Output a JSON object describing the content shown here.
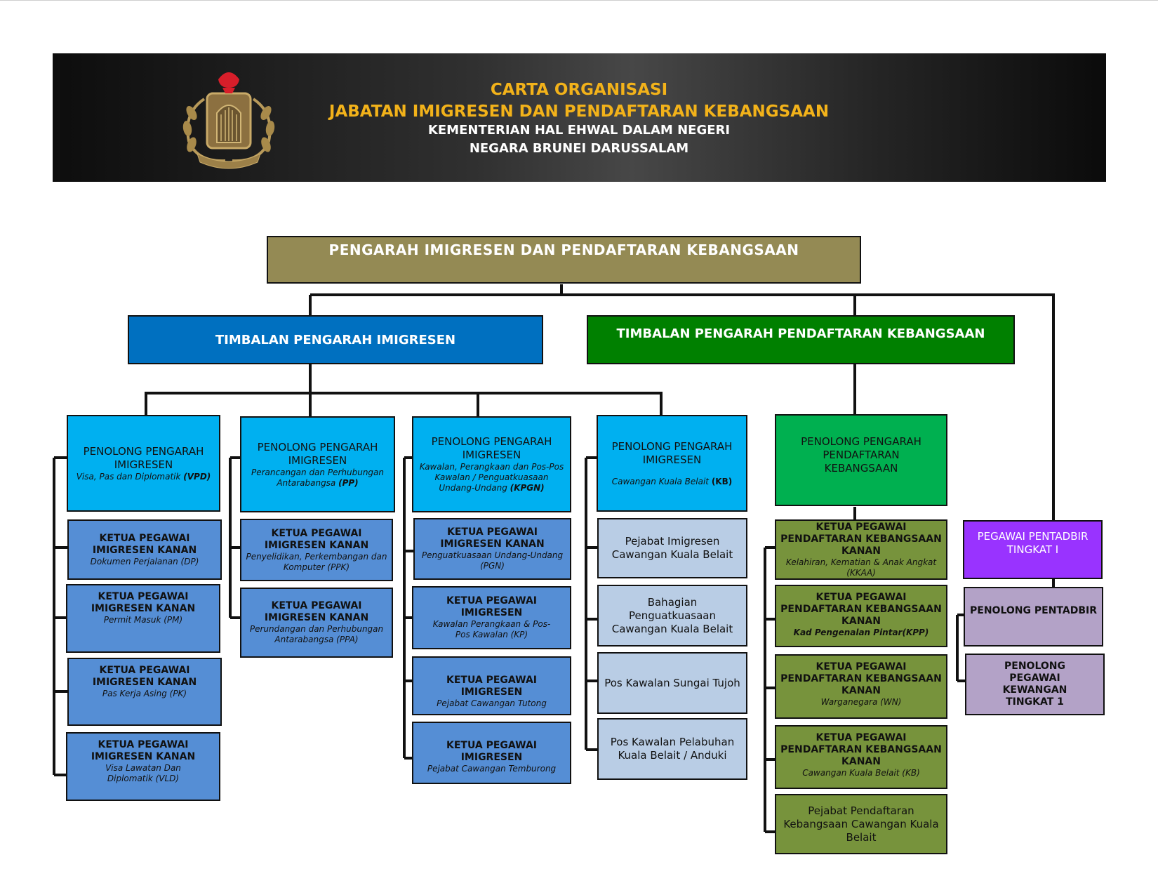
{
  "header": {
    "line1": "CARTA ORGANISASI",
    "line2": "JABATAN IMIGRESEN DAN PENDAFTARAN KEBANGSAAN",
    "line3": "KEMENTERIAN HAL EHWAL DALAM NEGERI",
    "line4": "NEGARA BRUNEI DARUSSALAM"
  },
  "top": {
    "label": "PENGARAH IMIGRESEN DAN PENDAFTARAN KEBANGSAAN"
  },
  "deputies": {
    "immigration": "TIMBALAN PENGARAH IMIGRESEN",
    "registration": "TIMBALAN PENGARAH PENDAFTARAN KEBANGSAAN"
  },
  "col1": {
    "head": {
      "title": "PENOLONG PENGARAH IMIGRESEN",
      "sub": "Visa, Pas dan Diplomatik ",
      "code": "(VPD)"
    },
    "items": [
      {
        "title": "KETUA PEGAWAI IMIGRESEN KANAN",
        "sub": "Dokumen Perjalanan (DP)"
      },
      {
        "title": "KETUA PEGAWAI IMIGRESEN KANAN",
        "sub": "Permit Masuk (PM)"
      },
      {
        "title": "KETUA PEGAWAI IMIGRESEN KANAN",
        "sub": "Pas Kerja Asing (PK)"
      },
      {
        "title": "KETUA PEGAWAI IMIGRESEN KANAN",
        "sub": "Visa Lawatan Dan Diplomatik (VLD)"
      }
    ]
  },
  "col2": {
    "head": {
      "title": "PENOLONG PENGARAH IMIGRESEN",
      "sub": "Perancangan dan Perhubungan Antarabangsa ",
      "code": "(PP)"
    },
    "items": [
      {
        "title": "KETUA PEGAWAI IMIGRESEN KANAN",
        "sub": "Penyelidikan, Perkembangan dan Komputer (PPK)"
      },
      {
        "title": "KETUA PEGAWAI IMIGRESEN KANAN",
        "sub": "Perundangan dan Perhubungan Antarabangsa (PPA)"
      }
    ]
  },
  "col3": {
    "head": {
      "title": "PENOLONG PENGARAH IMIGRESEN",
      "sub": "Kawalan, Perangkaan dan Pos-Pos Kawalan / Penguatkuasaan Undang-Undang ",
      "code": "(KPGN)"
    },
    "items": [
      {
        "title": "KETUA PEGAWAI IMIGRESEN KANAN",
        "sub": "Penguatkuasaan Undang-Undang (PGN)"
      },
      {
        "title": "KETUA PEGAWAI IMIGRESEN",
        "sub": "Kawalan Perangkaan & Pos-Pos Kawalan (KP)"
      },
      {
        "title": "KETUA PEGAWAI IMIGRESEN",
        "sub": "Pejabat Cawangan Tutong"
      },
      {
        "title": "KETUA PEGAWAI IMIGRESEN",
        "sub": "Pejabat Cawangan Temburong"
      }
    ]
  },
  "col4": {
    "head": {
      "title": "PENOLONG PENGARAH IMIGRESEN",
      "sub": "Cawangan Kuala Belait ",
      "code": "(KB)"
    },
    "items": [
      "Pejabat Imigresen Cawangan Kuala Belait",
      "Bahagian Penguatkuasaan Cawangan Kuala Belait",
      "Pos Kawalan Sungai Tujoh",
      "Pos Kawalan Pelabuhan Kuala Belait / Anduki"
    ]
  },
  "col5": {
    "head": {
      "title": "PENOLONG PENGARAH PENDAFTARAN KEBANGSAAN"
    },
    "items": [
      {
        "title": "KETUA PEGAWAI PENDAFTARAN KEBANGSAAN KANAN",
        "sub": "Kelahiran, Kematian & Anak Angkat (KKAA)"
      },
      {
        "title": "KETUA PEGAWAI PENDAFTARAN KEBANGSAAN KANAN",
        "sub": "Kad Pengenalan Pintar(KPP)"
      },
      {
        "title": "KETUA PEGAWAI PENDAFTARAN KEBANGSAAN KANAN",
        "sub": "Warganegara (WN)"
      },
      {
        "title": "KETUA PEGAWAI PENDAFTARAN KEBANGSAAN KANAN",
        "sub": "Cawangan Kuala Belait (KB)"
      }
    ],
    "last": "Pejabat Pendaftaran Kebangsaan Cawangan Kuala Belait"
  },
  "col6": {
    "head": "PEGAWAI PENTADBIR TINGKAT I",
    "items": [
      "PENOLONG PENTADBIR",
      "PENOLONG PEGAWAI KEWANGAN TINGKAT 1"
    ]
  },
  "colors": {
    "banner": "#1a1a1a",
    "gold": "#f2b21a",
    "top": "#948a54",
    "deputy_imm": "#0070c0",
    "deputy_reg": "#008000",
    "head_imm": "#00b0f0",
    "item_imm": "#558ed5",
    "item_kb": "#b9cde5",
    "head_reg": "#00b050",
    "item_reg": "#77933c",
    "admin": "#9933ff",
    "admin_item": "#b3a2c7"
  }
}
